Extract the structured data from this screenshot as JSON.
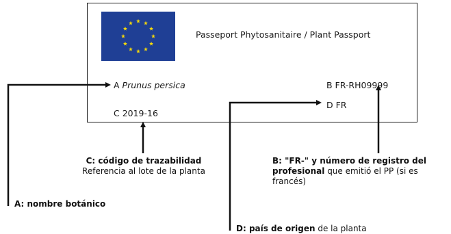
{
  "passport": {
    "title": "Passeport Phytosanitaire / Plant Passport",
    "field_a_prefix": "A",
    "field_a_value": "Prunus persica",
    "field_b": "B FR-RH09999",
    "field_c": "C 2019-16",
    "field_d": "D FR"
  },
  "callouts": {
    "c": {
      "bold": "C: código de trazabilidad",
      "text": "Referencia al lote de la planta"
    },
    "b": {
      "bold1": "B: \"FR-\" y número de registro del",
      "bold2": "profesional",
      "text": " que emitió el PP (si es francés)"
    },
    "a": {
      "bold": "A: nombre botánico"
    },
    "d": {
      "bold": "D: país de origen",
      "text": " de la planta"
    }
  },
  "colors": {
    "flag_blue": "#1f3f95",
    "flag_star": "#f5d90a"
  }
}
